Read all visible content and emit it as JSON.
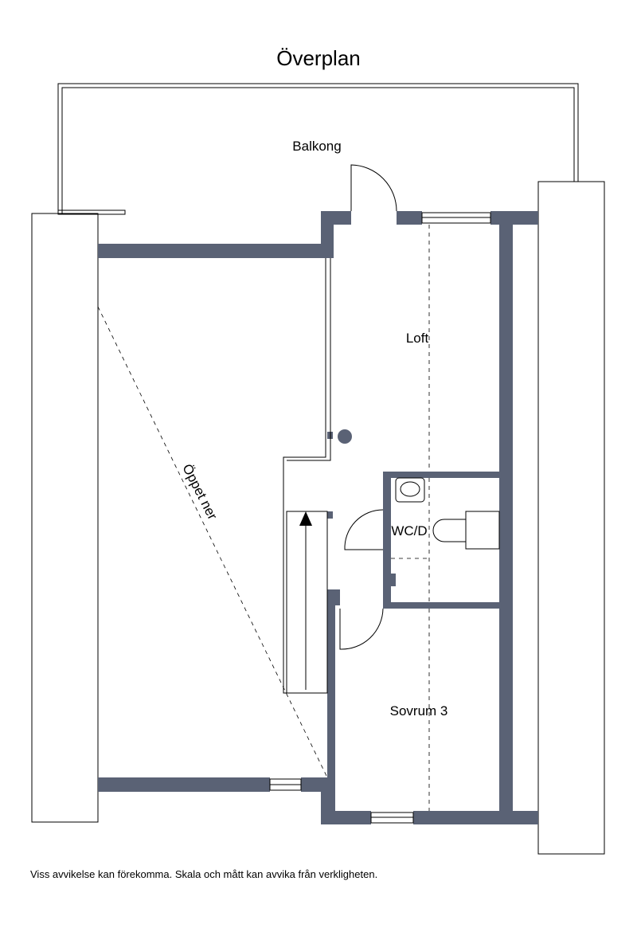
{
  "title": "Överplan",
  "rooms": {
    "balcony": "Balkong",
    "loft": "Loft",
    "wc": "WC/D",
    "bedroom": "Sovrum 3",
    "open_below": "Öppet ner"
  },
  "disclaimer": "Viss avvikelse kan förekomma. Skala och mått kan avvika från verkligheten.",
  "colors": {
    "wall": "#5a6275"
  }
}
